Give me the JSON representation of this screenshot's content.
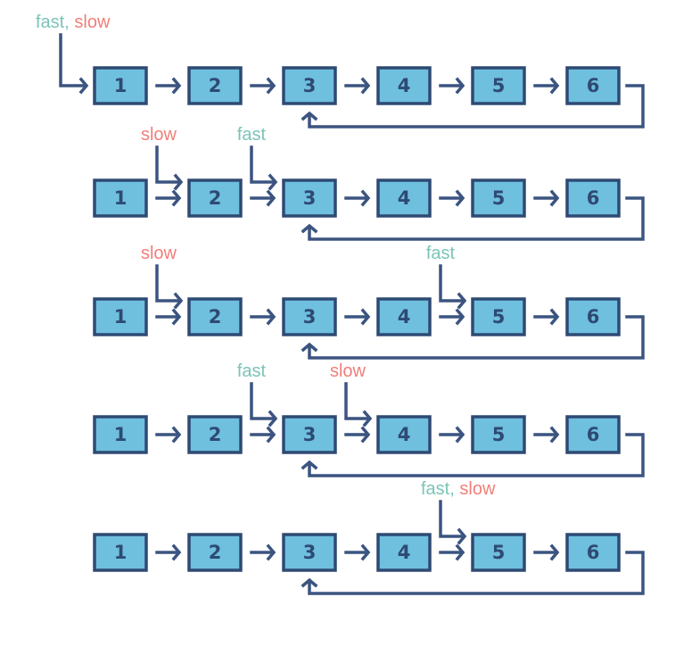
{
  "colors": {
    "node_fill": "#6fbfdf",
    "node_border": "#2e4a73",
    "arrow": "#3b5480",
    "fast": "#7cc4b8",
    "slow": "#f07f7a"
  },
  "pointer_names": {
    "fast": "fast",
    "slow": "slow",
    "separator": ", "
  },
  "steps": [
    {
      "nodes": [
        "1",
        "2",
        "3",
        "4",
        "5",
        "6"
      ],
      "cycle_to": "3",
      "fast_at": "1",
      "slow_at": "1"
    },
    {
      "nodes": [
        "1",
        "2",
        "3",
        "4",
        "5",
        "6"
      ],
      "cycle_to": "3",
      "fast_at": "3",
      "slow_at": "2"
    },
    {
      "nodes": [
        "1",
        "2",
        "3",
        "4",
        "5",
        "6"
      ],
      "cycle_to": "3",
      "fast_at": "5",
      "slow_at": "2"
    },
    {
      "nodes": [
        "1",
        "2",
        "3",
        "4",
        "5",
        "6"
      ],
      "cycle_to": "3",
      "fast_at": "3",
      "slow_at": "4"
    },
    {
      "nodes": [
        "1",
        "2",
        "3",
        "4",
        "5",
        "6"
      ],
      "cycle_to": "3",
      "fast_at": "5",
      "slow_at": "5"
    }
  ]
}
